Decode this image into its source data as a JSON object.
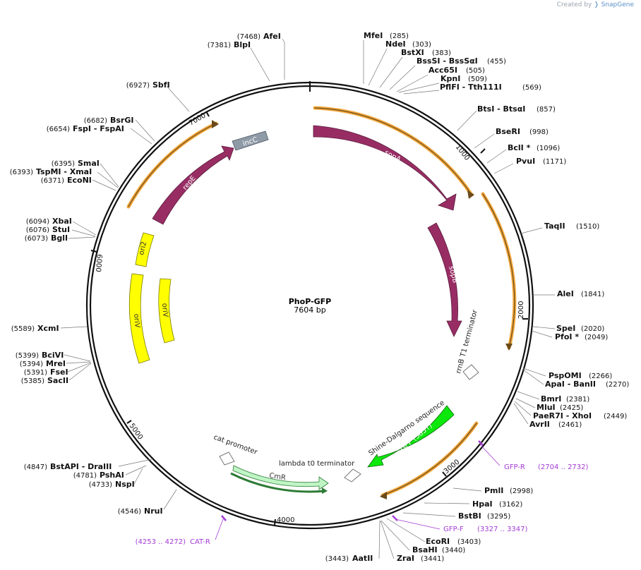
{
  "credit": {
    "created_by": "Created by",
    "brand": "SnapGene"
  },
  "plasmid": {
    "name": "PhoP-GFP",
    "length_label": "7604 bp",
    "length": 7604
  },
  "colors": {
    "sop": "#982d64",
    "inc": "#8f9aa7",
    "ori": "#ffff00",
    "gfp": "#0ce80c",
    "cmr": "#bff5c4",
    "orange": "#f3a73b",
    "primer": "#a43bd6"
  },
  "ticks": [
    "1000",
    "2000",
    "3000",
    "4000",
    "5000",
    "6000",
    "7000"
  ],
  "sites": [
    {
      "name": "AfeI",
      "pos": "(7468)"
    },
    {
      "name": "BlpI",
      "pos": "(7381)"
    },
    {
      "name": "SbfI",
      "pos": "(6927)"
    },
    {
      "name": "BsrGI",
      "pos": "(6682)"
    },
    {
      "name": "FspI - FspAI",
      "pos": "(6654)"
    },
    {
      "name": "SmaI",
      "pos": "(6395)"
    },
    {
      "name": "TspMI - XmaI",
      "pos": "(6393)"
    },
    {
      "name": "EcoNI",
      "pos": "(6371)"
    },
    {
      "name": "XbaI",
      "pos": "(6094)"
    },
    {
      "name": "StuI",
      "pos": "(6076)"
    },
    {
      "name": "BglI",
      "pos": "(6073)"
    },
    {
      "name": "XcmI",
      "pos": "(5589)"
    },
    {
      "name": "BciVI",
      "pos": "(5399)"
    },
    {
      "name": "MreI",
      "pos": "(5394)"
    },
    {
      "name": "FseI",
      "pos": "(5391)"
    },
    {
      "name": "SacII",
      "pos": "(5385)"
    },
    {
      "name": "BstAPI - DraIII",
      "pos": "(4847)"
    },
    {
      "name": "PshAI",
      "pos": "(4781)"
    },
    {
      "name": "NspI",
      "pos": "(4733)"
    },
    {
      "name": "NruI",
      "pos": "(4546)"
    },
    {
      "name": "MfeI",
      "pos": "(285)"
    },
    {
      "name": "NdeI",
      "pos": "(303)"
    },
    {
      "name": "BstXI",
      "pos": "(383)"
    },
    {
      "name": "BssSI - BssSαI",
      "pos": "(455)"
    },
    {
      "name": "Acc65I",
      "pos": "(505)"
    },
    {
      "name": "KpnI",
      "pos": "(509)"
    },
    {
      "name": "PflFI - Tth111I",
      "pos": "(569)"
    },
    {
      "name": "BtsI - BtsαI",
      "pos": "(857)"
    },
    {
      "name": "BseRI",
      "pos": "(998)"
    },
    {
      "name": "BclI *",
      "pos": "(1096)"
    },
    {
      "name": "PvuI",
      "pos": "(1171)"
    },
    {
      "name": "TaqII",
      "pos": "(1510)"
    },
    {
      "name": "AleI",
      "pos": "(1841)"
    },
    {
      "name": "SpeI",
      "pos": "(2020)"
    },
    {
      "name": "PfoI *",
      "pos": "(2049)"
    },
    {
      "name": "PspOMI",
      "pos": "(2266)"
    },
    {
      "name": "ApaI - BanII",
      "pos": "(2270)"
    },
    {
      "name": "BmrI",
      "pos": "(2381)"
    },
    {
      "name": "MluI",
      "pos": "(2425)"
    },
    {
      "name": "PaeR7I - XhoI",
      "pos": "(2449)"
    },
    {
      "name": "AvrII",
      "pos": "(2461)"
    },
    {
      "name": "PmlI",
      "pos": "(2998)"
    },
    {
      "name": "HpaI",
      "pos": "(3162)"
    },
    {
      "name": "BstBI",
      "pos": "(3295)"
    },
    {
      "name": "EcoRI",
      "pos": "(3403)"
    },
    {
      "name": "BsaHI",
      "pos": "(3440)"
    },
    {
      "name": "ZraI",
      "pos": "(3441)"
    },
    {
      "name": "AatII",
      "pos": "(3443)"
    }
  ],
  "primers": [
    {
      "name": "GFP-R",
      "range": "(2704 .. 2732)"
    },
    {
      "name": "GFP-F",
      "range": "(3327 .. 3347)"
    },
    {
      "name": "CAT-R",
      "range": "(4253 .. 4272)"
    }
  ],
  "features": {
    "sopA": "sopA",
    "sopB": "sopB",
    "incC": "incC",
    "repE": "repE",
    "ori2": "ori2",
    "oriV_outer": "oriV",
    "oriV_inner": "oriV",
    "gfp": "GFP (S65T)",
    "cmr": "CmR",
    "rrnB": "rrnB T1 terminator",
    "shine": "Shine-Dalgarno sequence",
    "lambda": "lambda t0 terminator",
    "cat_promoter": "cat promoter"
  }
}
